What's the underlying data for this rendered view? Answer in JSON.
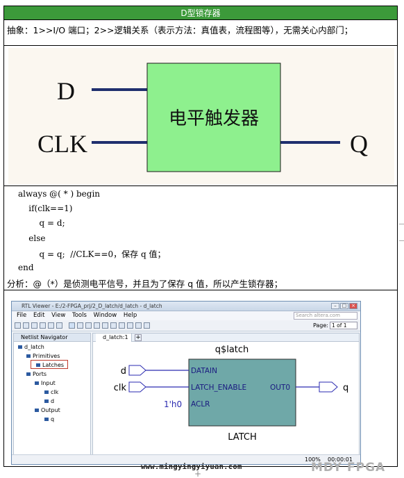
{
  "title": "D型锁存器",
  "abstract": "抽象：1>>I/O 端口；2>>逻辑关系（表示方法：真值表，流程图等），无需关心内部门；",
  "diagram": {
    "input_d": "D",
    "input_clk": "CLK",
    "block_label": "电平触发器",
    "output_q": "Q",
    "colors": {
      "block_fill": "#8ef08e",
      "wire": "#1f2f6e"
    }
  },
  "code": {
    "lines": [
      "always @( * ) begin",
      "    if(clk==1)",
      "        q = d;",
      "    else",
      "        q = q;  //CLK==0，保存 q 值；",
      "end"
    ]
  },
  "analysis": "分析：@（*）是侦测电平信号，并且为了保存 q 值，所以产生锁存器；",
  "rtl_viewer": {
    "window_title": "RTL Viewer - E:/2-FPGA_prj/2_D_latch/d_latch - d_latch",
    "menu": [
      "File",
      "Edit",
      "View",
      "Tools",
      "Window",
      "Help"
    ],
    "search_placeholder": "Search altera.com",
    "page_label": "Page:",
    "page_value": "1 of 1",
    "navigator_title": "Netlist Navigator",
    "tree": {
      "root": "d_latch",
      "primitives": "Primitives",
      "latches": "Latches",
      "ports": "Ports",
      "input": "Input",
      "input_clk": "clk",
      "input_d": "d",
      "output": "Output",
      "output_q": "q"
    },
    "tab_label": "d_latch:1",
    "schematic": {
      "instance_name": "q$latch",
      "pin_datain": "DATAIN",
      "pin_latch_enable": "LATCH_ENABLE",
      "pin_aclr": "ACLR",
      "pin_out": "OUT0",
      "port_d": "d",
      "port_clk": "clk",
      "port_q": "q",
      "const": "1'h0",
      "cell_type": "LATCH",
      "colors": {
        "cell_fill": "#6fa8a8",
        "wire": "#2a2ab0"
      }
    },
    "status_zoom": "100%",
    "status_time": "00:00:01"
  },
  "footer_url": "www.mingyingyiyuan.com",
  "watermark": "MDY FPGA"
}
